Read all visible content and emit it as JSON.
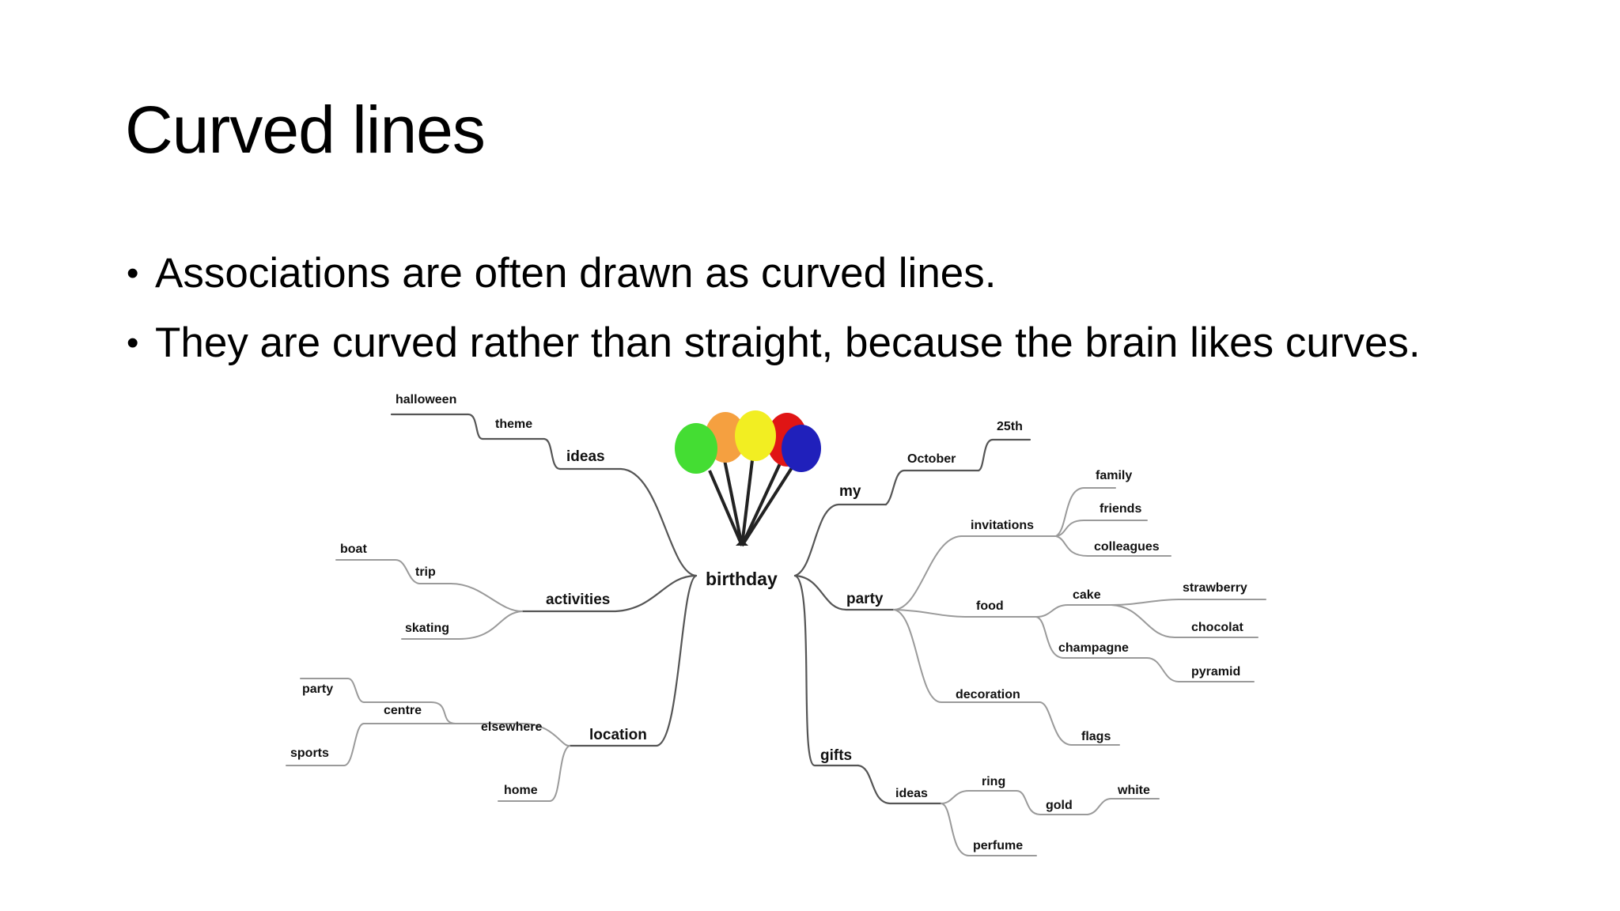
{
  "slide": {
    "title": "Curved lines",
    "bullets": [
      "Associations are often drawn as curved lines.",
      "They are  curved rather than straight, because the brain likes curves."
    ]
  },
  "mindmap": {
    "center": "birthday",
    "balloon_colors": [
      "#44dd33",
      "#f5a040",
      "#f2ee22",
      "#e01515",
      "#2020bb"
    ],
    "branch_color": "#555555",
    "leaf_color": "#9a9a9a",
    "labels": {
      "halloween": "halloween",
      "theme": "theme",
      "ideas_left": "ideas",
      "boat": "boat",
      "trip": "trip",
      "activities": "activities",
      "skating": "skating",
      "party_left": "party",
      "centre": "centre",
      "sports": "sports",
      "elsewhere": "elsewhere",
      "location": "location",
      "home": "home",
      "my": "my",
      "october": "October",
      "25th": "25th",
      "party": "party",
      "invitations": "invitations",
      "family": "family",
      "friends": "friends",
      "colleagues": "colleagues",
      "food": "food",
      "cake": "cake",
      "strawberry": "strawberry",
      "chocolat": "chocolat",
      "champagne": "champagne",
      "pyramid": "pyramid",
      "decoration": "decoration",
      "flags": "flags",
      "gifts": "gifts",
      "ideas_right": "ideas",
      "ring": "ring",
      "gold": "gold",
      "white": "white",
      "perfume": "perfume"
    }
  }
}
